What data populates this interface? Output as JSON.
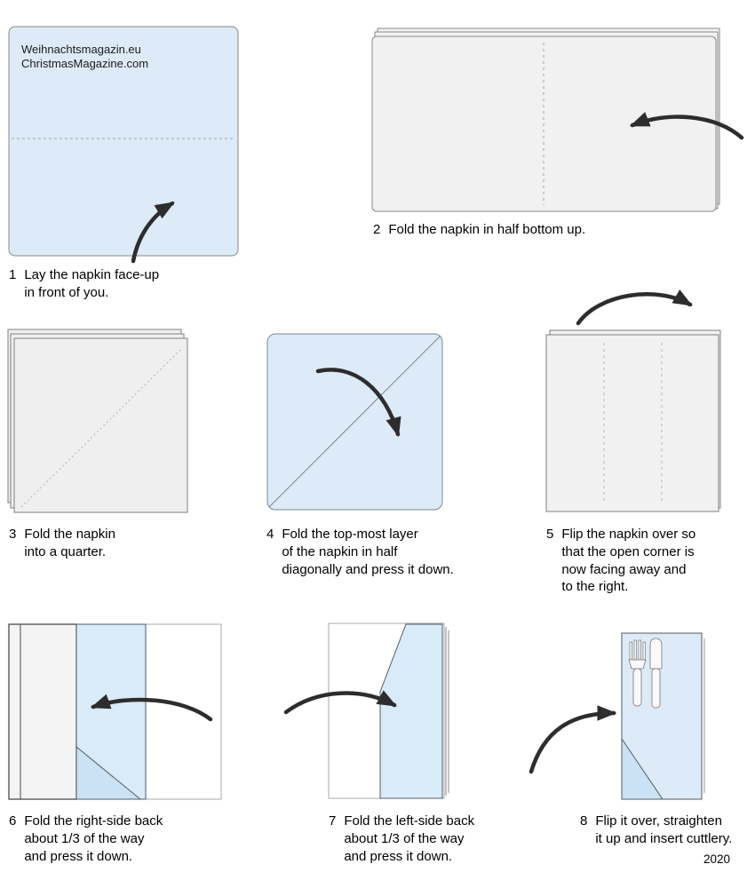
{
  "branding": {
    "line1": "Weihnachtsmagazin.eu",
    "line2": "ChristmasMagazine.com"
  },
  "steps": [
    {
      "num": "1",
      "caption": "Lay the napkin face-up\nin front of you."
    },
    {
      "num": "2",
      "caption": "Fold the napkin in half bottom up."
    },
    {
      "num": "3",
      "caption": "Fold the napkin\ninto a quarter."
    },
    {
      "num": "4",
      "caption": "Fold the top-most layer\nof the napkin in half\ndiagonally and press it down."
    },
    {
      "num": "5",
      "caption": "Flip the napkin over so\nthat the open corner is\nnow facing away and\nto the right."
    },
    {
      "num": "6",
      "caption": "Fold the right-side back\nabout 1/3 of the way\nand press it down."
    },
    {
      "num": "7",
      "caption": "Fold the left-side back\nabout 1/3 of the way\nand press it down."
    },
    {
      "num": "8",
      "caption": "Flip it over, straighten\nit up and insert cuttlery."
    }
  ],
  "footer": {
    "year": "2020"
  },
  "colors": {
    "napkin_blue": "#dcebf7",
    "napkin_blue_flap": "#cbe2f4",
    "napkin_gray": "#f0f0f0",
    "arrow": "#2d2d2d",
    "outline": "#8a8a8a"
  }
}
